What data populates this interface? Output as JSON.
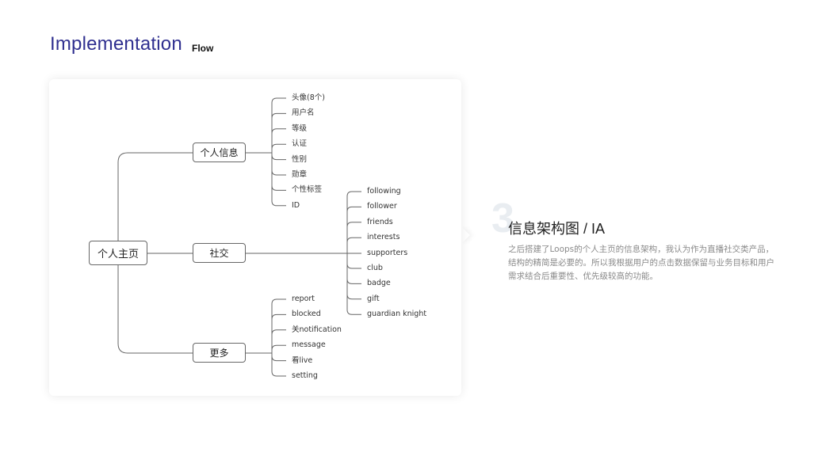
{
  "header": {
    "title": "Implementation",
    "subtitle": "Flow"
  },
  "diagram": {
    "root": "个人主页",
    "branches": [
      {
        "label": "个人信息",
        "children": [
          "头像(8个)",
          "用户名",
          "等级",
          "认证",
          "性别",
          "勋章",
          "个性标签",
          "ID"
        ]
      },
      {
        "label": "社交",
        "children": [
          "following",
          "follower",
          "friends",
          "interests",
          "supporters",
          "club",
          "badge",
          "gift",
          "guardian knight"
        ]
      },
      {
        "label": "更多",
        "children": [
          "report",
          "blocked",
          "关notification",
          "message",
          "看live",
          "setting"
        ]
      }
    ]
  },
  "section": {
    "number": "3",
    "title": "信息架构图 / IA",
    "description": "之后搭建了Loops的个人主页的信息架构，我认为作为直播社交类产品，结构的精简是必要的。所以我根据用户的点击数据保留与业务目标和用户需求结合后重要性、优先级较高的功能。"
  }
}
